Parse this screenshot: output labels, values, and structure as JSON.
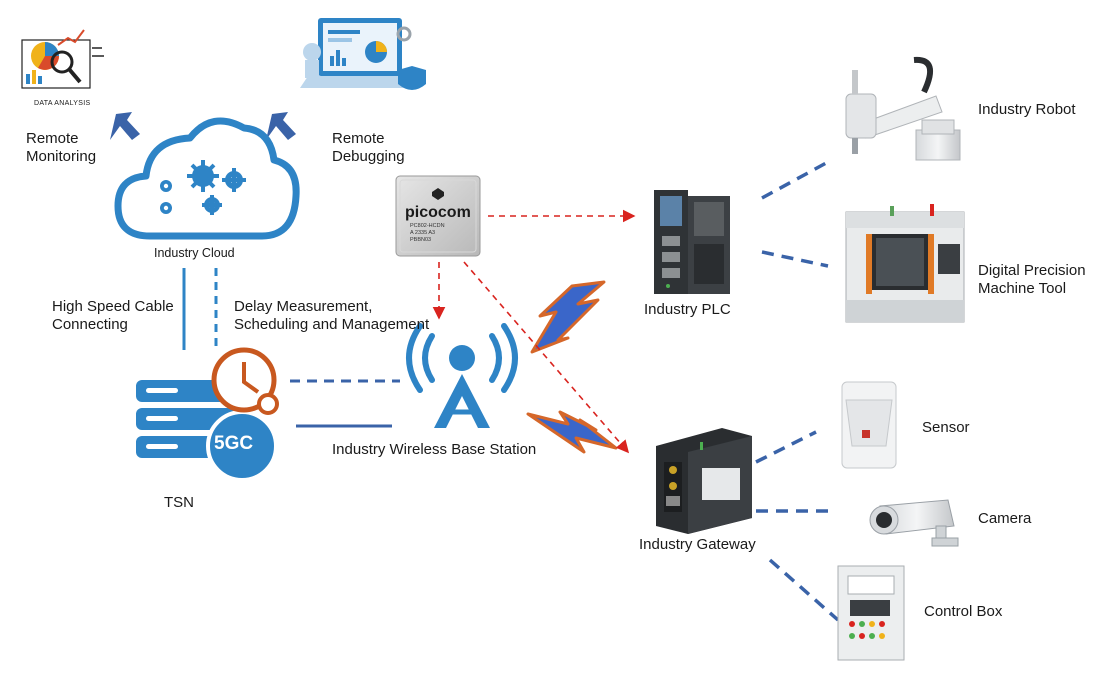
{
  "labels": {
    "data_analysis": "DATA ANALYSIS",
    "remote_monitoring": "Remote\nMonitoring",
    "remote_debugging": "Remote\nDebugging",
    "industry_cloud": "Industry Cloud",
    "high_speed_cable": "High Speed Cable\nConnecting",
    "delay_measurement": "Delay Measurement,\nScheduling and Management",
    "tsn": "TSN",
    "fivegc": "5GC",
    "base_station": "Industry Wireless Base Station",
    "chip_brand": "picocom",
    "chip_part": "PC802-HCDN\nA 2335 A3\nPBBN03",
    "industry_plc": "Industry PLC",
    "industry_gateway": "Industry Gateway",
    "industry_robot": "Industry Robot",
    "machine_tool": "Digital Precision\nMachine Tool",
    "sensor": "Sensor",
    "camera": "Camera",
    "control_box": "Control Box"
  },
  "colors": {
    "accent_blue": "#2e84c6",
    "link_blue": "#3a63a8",
    "arrow_red": "#d9241f",
    "clock_orange": "#c8581f",
    "lightning_blue": "#3a66c9",
    "lightning_orange": "#d5672a"
  }
}
